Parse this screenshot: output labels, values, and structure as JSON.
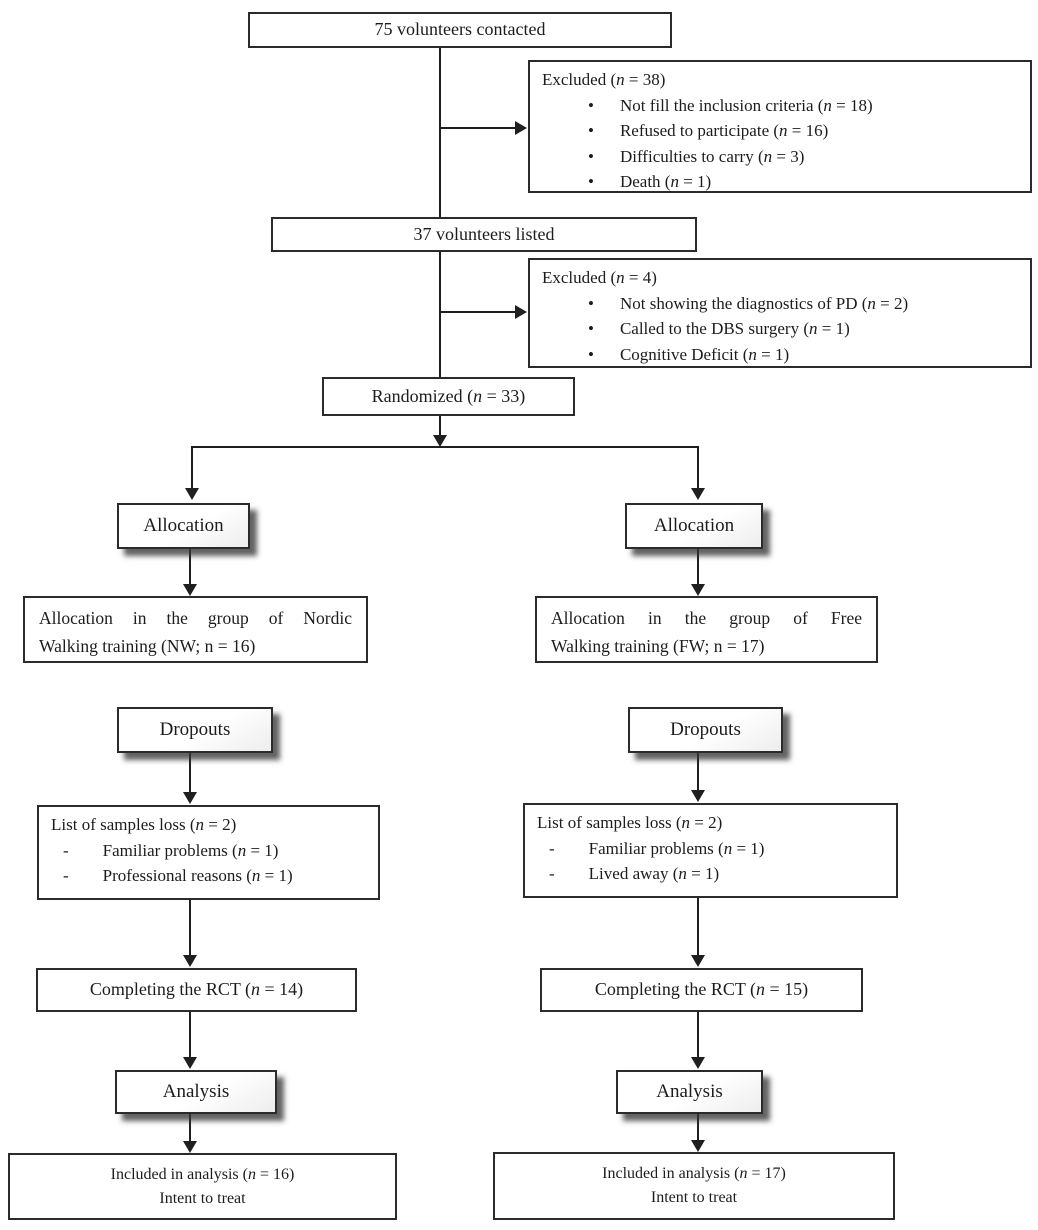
{
  "glyphs": {
    "bullet": "•",
    "dash": "-"
  },
  "colors": {
    "background": "#ffffff",
    "border": "#2b2b2b",
    "line": "#1f1f1f",
    "shadow": "#373737"
  },
  "flow": {
    "contacted": "75 volunteers contacted",
    "excluded1": {
      "title": "Excluded (n = 38)",
      "items": [
        "Not fill the inclusion criteria (n = 18)",
        "Refused to participate (n = 16)",
        "Difficulties to carry (n = 3)",
        "Death (n = 1)"
      ]
    },
    "listed": "37 volunteers listed",
    "excluded2": {
      "title": "Excluded (n = 4)",
      "items": [
        "Not showing the diagnostics of PD (n = 2)",
        "Called to the DBS surgery (n = 1)",
        "Cognitive Deficit (n = 1)"
      ]
    },
    "randomized": "Randomized (n = 33)",
    "left": {
      "allocation_label": "Allocation",
      "allocation_line1": "Allocation in the group of Nordic",
      "allocation_line2": "Walking training (NW; n = 16)",
      "dropouts_label": "Dropouts",
      "loss_title": "List of samples loss (n = 2)",
      "loss_items": [
        "Familiar problems (n = 1)",
        "Professional reasons (n = 1)"
      ],
      "completing": "Completing the RCT (n = 14)",
      "analysis_label": "Analysis",
      "included_line1": "Included in analysis (n = 16)",
      "included_line2": "Intent to treat"
    },
    "right": {
      "allocation_label": "Allocation",
      "allocation_line1": "Allocation in the group of Free",
      "allocation_line2": "Walking training (FW; n = 17)",
      "dropouts_label": "Dropouts",
      "loss_title": "List of samples loss (n = 2)",
      "loss_items": [
        "Familiar problems (n = 1)",
        "Lived away (n = 1)"
      ],
      "completing": "Completing the RCT (n = 15)",
      "analysis_label": "Analysis",
      "included_line1": "Included in analysis (n = 17)",
      "included_line2": "Intent to treat"
    }
  }
}
